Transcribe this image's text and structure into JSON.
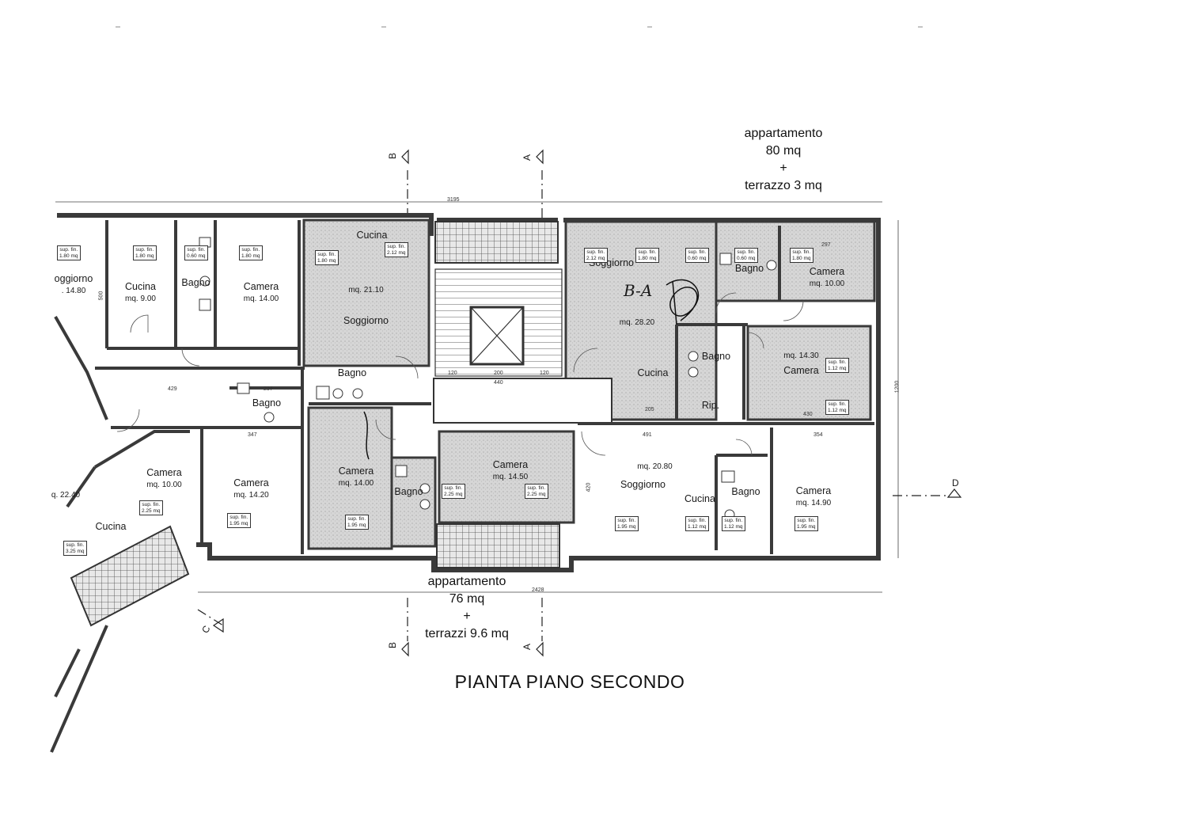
{
  "header_note": {
    "line1": "appartamento",
    "line2": "80 mq",
    "line3": "+",
    "line4": "terrazzo 3 mq"
  },
  "footer_note": {
    "line1": "appartamento",
    "line2": "76 mq",
    "line3": "+",
    "line4": "terrazzi 9.6 mq"
  },
  "title": "PIANTA PIANO SECONDO",
  "handwritten_mark": "B-A",
  "section_marks": {
    "b_top": "B",
    "a_top": "A",
    "b_bottom": "B",
    "a_bottom": "A",
    "c": "C",
    "d": "D"
  },
  "rooms": {
    "soggiorno_far_left": {
      "name": "oggiorno",
      "area": ". 14.80"
    },
    "cucina_top_left": {
      "name": "Cucina",
      "area": "mq. 9.00"
    },
    "bagno_top_left": {
      "name": "Bagno"
    },
    "camera_top_left": {
      "name": "Camera",
      "area": "mq. 14.00"
    },
    "cucina_center": {
      "name": "Cucina"
    },
    "soggiorno_center": {
      "name": "Soggiorno",
      "area": "mq. 21.10"
    },
    "bagno_center": {
      "name": "Bagno"
    },
    "bagno_left_mid": {
      "name": "Bagno"
    },
    "camera_left_a": {
      "name": "Camera",
      "area": "mq. 10.00"
    },
    "camera_left_b": {
      "name": "Camera",
      "area": "mq. 14.20"
    },
    "area_far_left": {
      "area": "q. 22.40"
    },
    "cucina_bottom_left": {
      "name": "Cucina"
    },
    "camera_center_a": {
      "name": "Camera",
      "area": "mq. 14.00"
    },
    "bagno_center_b": {
      "name": "Bagno"
    },
    "camera_center_b": {
      "name": "Camera",
      "area": "mq. 14.50"
    },
    "soggiorno_right": {
      "name": "Soggiorno",
      "area": "mq. 28.20"
    },
    "cucina_right": {
      "name": "Cucina"
    },
    "bagno_right_top": {
      "name": "Bagno"
    },
    "camera_right_top": {
      "name": "Camera",
      "area": "mq. 10.00"
    },
    "bagno_right_mid": {
      "name": "Bagno"
    },
    "camera_right_mid": {
      "name": "Camera",
      "area": "mq. 14.30"
    },
    "rip": {
      "name": "Rip."
    },
    "soggiorno_bottom_right": {
      "name": "Soggiorno",
      "area": "mq. 20.80"
    },
    "cucina_bottom_right": {
      "name": "Cucina"
    },
    "bagno_bottom_right": {
      "name": "Bagno"
    },
    "camera_bottom_right": {
      "name": "Camera",
      "area": "mq. 14.90"
    }
  },
  "window_labels": {
    "w1": {
      "l1": "sup. fin.",
      "l2": "1.80 mq"
    },
    "w2": {
      "l1": "sup. fin.",
      "l2": "1.80 mq"
    },
    "w3": {
      "l1": "sup. fin.",
      "l2": "0.60 mq"
    },
    "w4": {
      "l1": "sup. fin.",
      "l2": "1.80 mq"
    },
    "w5": {
      "l1": "sup. fin.",
      "l2": "1.80 mq"
    },
    "w6": {
      "l1": "sup. fin.",
      "l2": "2.12 mq"
    },
    "w7": {
      "l1": "sup. fin.",
      "l2": "2.12 mq"
    },
    "w8": {
      "l1": "sup. fin.",
      "l2": "1.80 mq"
    },
    "w9": {
      "l1": "sup. fin.",
      "l2": "0.60 mq"
    },
    "w10": {
      "l1": "sup. fin.",
      "l2": "0.60 mq"
    },
    "w11": {
      "l1": "sup. fin.",
      "l2": "1.80 mq"
    },
    "w12": {
      "l1": "sup. fin.",
      "l2": "1.12 mq"
    },
    "w13": {
      "l1": "sup. fin.",
      "l2": "1.12 mq"
    },
    "w14": {
      "l1": "sup. fin.",
      "l2": "2.25 mq"
    },
    "w15": {
      "l1": "sup. fin.",
      "l2": "1.95 mq"
    },
    "w16": {
      "l1": "sup. fin.",
      "l2": "3.25 mq"
    },
    "w17": {
      "l1": "sup. fin.",
      "l2": "1.95 mq"
    },
    "w18": {
      "l1": "sup. fin.",
      "l2": "2.25 mq"
    },
    "w19": {
      "l1": "sup. fin.",
      "l2": "2.25 mq"
    },
    "w20": {
      "l1": "sup. fin.",
      "l2": "1.95 mq"
    },
    "w21": {
      "l1": "sup. fin.",
      "l2": "1.12 mq"
    },
    "w22": {
      "l1": "sup. fin.",
      "l2": "1.12 mq"
    },
    "w23": {
      "l1": "sup. fin.",
      "l2": "1.95 mq"
    }
  },
  "dimensions": {
    "total_top": "3195",
    "total_bottom": "2428",
    "d_429": "429",
    "d_237": "237",
    "d_347": "347",
    "d_491": "491",
    "d_354": "354",
    "d_430": "430",
    "d_205": "205",
    "d_297": "297",
    "d_440": "440",
    "d_200": "200",
    "d_120a": "120",
    "d_120b": "120",
    "d_1200": "1200",
    "d_500": "500",
    "d_420": "420"
  },
  "colors": {
    "wall": "#3a3a3a",
    "hatch": "#8a8a8a",
    "shaded_room": "#d2d2d2",
    "line": "#333333"
  }
}
